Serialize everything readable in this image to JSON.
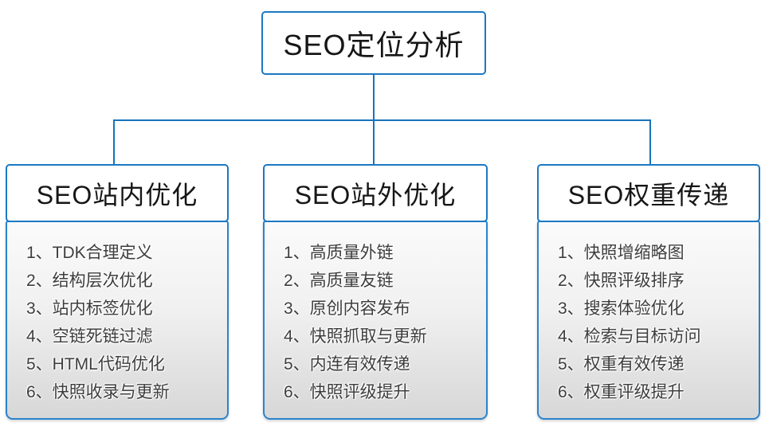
{
  "root": {
    "title": "SEO定位分析"
  },
  "branches": [
    {
      "title": "SEO站内优化",
      "items": [
        "1、TDK合理定义",
        "2、结构层次优化",
        "3、站内标签优化",
        "4、空链死链过滤",
        "5、HTML代码优化",
        "6、快照收录与更新"
      ]
    },
    {
      "title": "SEO站外优化",
      "items": [
        "1、高质量外链",
        "2、高质量友链",
        "3、原创内容发布",
        "4、快照抓取与更新",
        "5、内连有效传递",
        "6、快照评级提升"
      ]
    },
    {
      "title": "SEO权重传递",
      "items": [
        "1、快照增缩略图",
        "2、快照评级排序",
        "3、搜索体验优化",
        "4、检索与目标访问",
        "5、权重有效传递",
        "6、权重评级提升"
      ]
    }
  ],
  "colors": {
    "node_border": "#1b78c3",
    "connector_line": "#1674bb",
    "panel_gradient_top": "#fbfbfb",
    "panel_gradient_bottom": "#d7d7d7",
    "title_text": "#161616",
    "item_text": "#3d3d3d"
  }
}
